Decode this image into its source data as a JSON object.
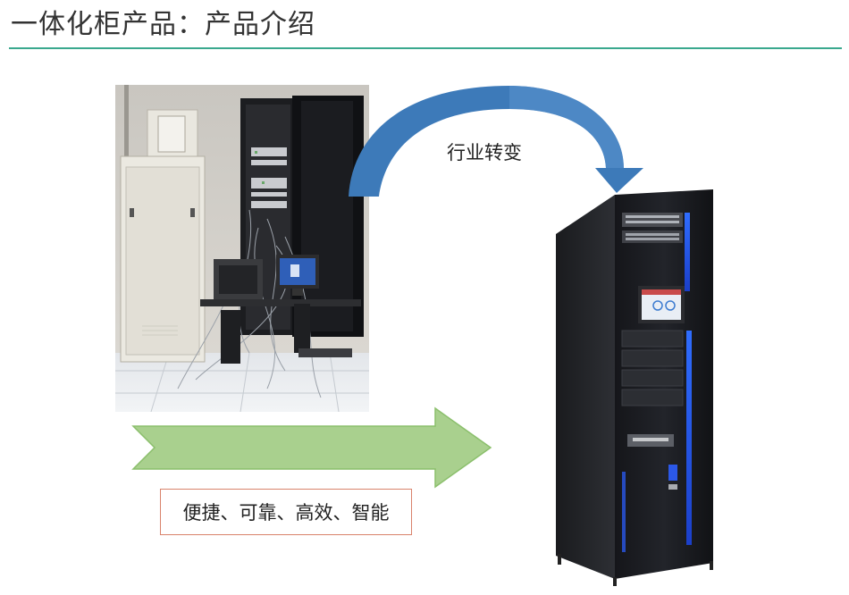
{
  "page": {
    "title": "一体化柜产品：产品介绍"
  },
  "labels": {
    "transition": "行业转变",
    "features": "便捷、可靠、高效、智能"
  },
  "colors": {
    "title_rule": "#3aa88e",
    "curved_arrow": "#3d7ab9",
    "straight_arrow_fill": "#a9d08e",
    "straight_arrow_stroke": "#8bbf6c",
    "feature_box_border": "#d9826b"
  },
  "images": {
    "before": "legacy-server-room-photo",
    "after": "integrated-cabinet-product"
  }
}
